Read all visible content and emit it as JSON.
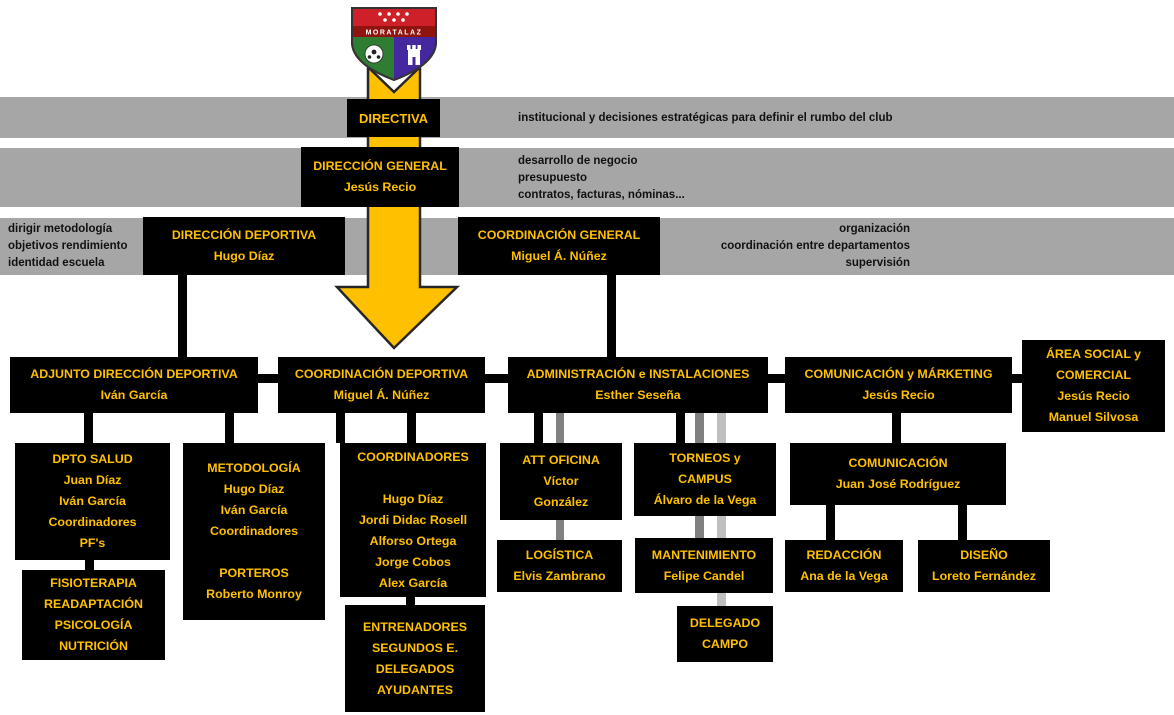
{
  "colors": {
    "band_gray": "#a6a6a6",
    "box_background": "#000000",
    "box_text_gold": "#ffc000",
    "arrow_yellow": "#ffc000",
    "connector_black": "#000000",
    "connector_gray_dark": "#808080",
    "connector_gray_light": "#bfbfbf"
  },
  "crest": {
    "banner_text": "MORATALAZ"
  },
  "notes": {
    "directiva": [
      "institucional y decisiones estratégicas para definir el rumbo del club"
    ],
    "direccion_general": [
      "desarrollo de negocio",
      "presupuesto",
      "contratos, facturas, nóminas..."
    ],
    "direccion_deportiva": [
      "dirigir metodología",
      "objetivos rendimiento",
      "identidad escuela"
    ],
    "coordinacion_general": [
      "organización",
      "coordinación entre departamentos",
      "supervisión"
    ]
  },
  "boxes": {
    "directiva": {
      "lines": [
        "DIRECTIVA"
      ]
    },
    "direccion_general": {
      "lines": [
        "DIRECCIÓN GENERAL",
        "Jesús Recio"
      ]
    },
    "direccion_deportiva": {
      "lines": [
        "DIRECCIÓN DEPORTIVA",
        "Hugo Díaz"
      ]
    },
    "coordinacion_general": {
      "lines": [
        "COORDINACIÓN GENERAL",
        "Miguel Á. Núñez"
      ]
    },
    "adjunto_direccion_deportiva": {
      "lines": [
        "ADJUNTO DIRECCIÓN DEPORTIVA",
        "Iván García"
      ]
    },
    "coordinacion_deportiva": {
      "lines": [
        "COORDINACIÓN DEPORTIVA",
        "Miguel Á. Núñez"
      ]
    },
    "administracion_instalaciones": {
      "lines": [
        "ADMINISTRACIÓN e INSTALACIONES",
        "Esther Seseña"
      ]
    },
    "comunicacion_marketing": {
      "lines": [
        "COMUNICACIÓN y MÁRKETING",
        "Jesús Recio"
      ]
    },
    "area_social_comercial": {
      "lines": [
        "ÁREA SOCIAL y",
        "COMERCIAL",
        "Jesús Recio",
        "Manuel Silvosa"
      ]
    },
    "dpto_salud": {
      "lines": [
        "DPTO SALUD",
        "Juan Díaz",
        "Iván García",
        "Coordinadores",
        "PF's"
      ]
    },
    "metodologia": {
      "lines": [
        "METODOLOGÍA",
        "Hugo Díaz",
        "Iván García",
        "Coordinadores",
        "",
        "PORTEROS",
        "Roberto Monroy"
      ]
    },
    "coordinadores": {
      "lines": [
        "COORDINADORES",
        "",
        "Hugo Díaz",
        "Jordi Didac Rosell",
        "Alforso Ortega",
        "Jorge Cobos",
        "Alex García"
      ]
    },
    "att_oficina": {
      "lines": [
        "ATT OFICINA",
        "Víctor",
        "González"
      ]
    },
    "torneos_campus": {
      "lines": [
        "TORNEOS y",
        "CAMPUS",
        "Álvaro de la Vega"
      ]
    },
    "comunicacion": {
      "lines": [
        "COMUNICACIÓN",
        "Juan José Rodríguez"
      ]
    },
    "fisioterapia": {
      "lines": [
        "FISIOTERAPIA",
        "READAPTACIÓN",
        "PSICOLOGÍA",
        "NUTRICIÓN"
      ]
    },
    "logistica": {
      "lines": [
        "LOGÍSTICA",
        "Elvis Zambrano"
      ]
    },
    "mantenimiento": {
      "lines": [
        "MANTENIMIENTO",
        "Felipe Candel"
      ]
    },
    "redaccion": {
      "lines": [
        "REDACCIÓN",
        "Ana de la Vega"
      ]
    },
    "diseno": {
      "lines": [
        "DISEÑO",
        "Loreto Fernández"
      ]
    },
    "entrenadores": {
      "lines": [
        "ENTRENADORES",
        "SEGUNDOS E.",
        "DELEGADOS",
        "AYUDANTES"
      ]
    },
    "delegado_campo": {
      "lines": [
        "DELEGADO",
        "CAMPO"
      ]
    }
  }
}
